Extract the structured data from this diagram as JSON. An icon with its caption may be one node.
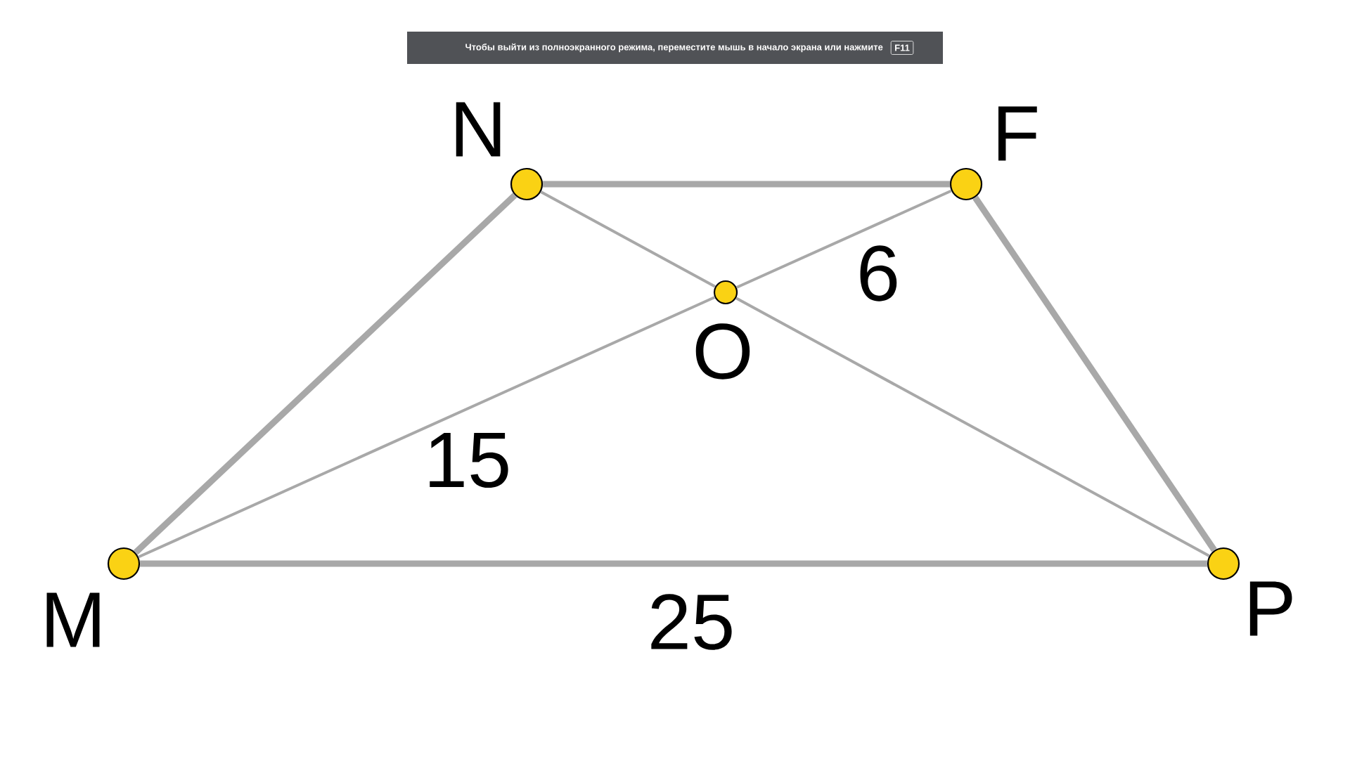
{
  "diagram": {
    "nodes": [
      {
        "text": [],
        "shape": "circle",
        "beside": [
          "N"
        ]
      },
      {
        "text": [],
        "shape": "circle",
        "beside": [
          "F"
        ]
      },
      {
        "text": [],
        "shape": "circle",
        "beside": [
          "O"
        ]
      },
      {
        "text": [],
        "shape": "circle",
        "beside": [
          "M"
        ]
      },
      {
        "text": [],
        "shape": "circle",
        "beside": [
          "P"
        ]
      }
    ],
    "edges": [
      {
        "from": 0,
        "to": 1,
        "arrow": "none",
        "style": "thick"
      },
      {
        "from": 3,
        "to": 0,
        "arrow": "none",
        "style": "thick"
      },
      {
        "from": 1,
        "to": 4,
        "arrow": "none",
        "style": "thick"
      },
      {
        "from": 3,
        "to": 4,
        "arrow": "none",
        "style": "thick",
        "label": "25"
      },
      {
        "from": 0,
        "to": 2,
        "arrow": "none"
      },
      {
        "from": 2,
        "to": 4,
        "arrow": "none"
      },
      {
        "from": 3,
        "to": 2,
        "arrow": "none",
        "label": "15"
      },
      {
        "from": 2,
        "to": 1,
        "arrow": "none",
        "label": "6"
      }
    ],
    "labels": [
      "Чтобы выйти из полноэкранного режима, переместите мышь в начало экрана или нажмите",
      "F11"
    ]
  }
}
